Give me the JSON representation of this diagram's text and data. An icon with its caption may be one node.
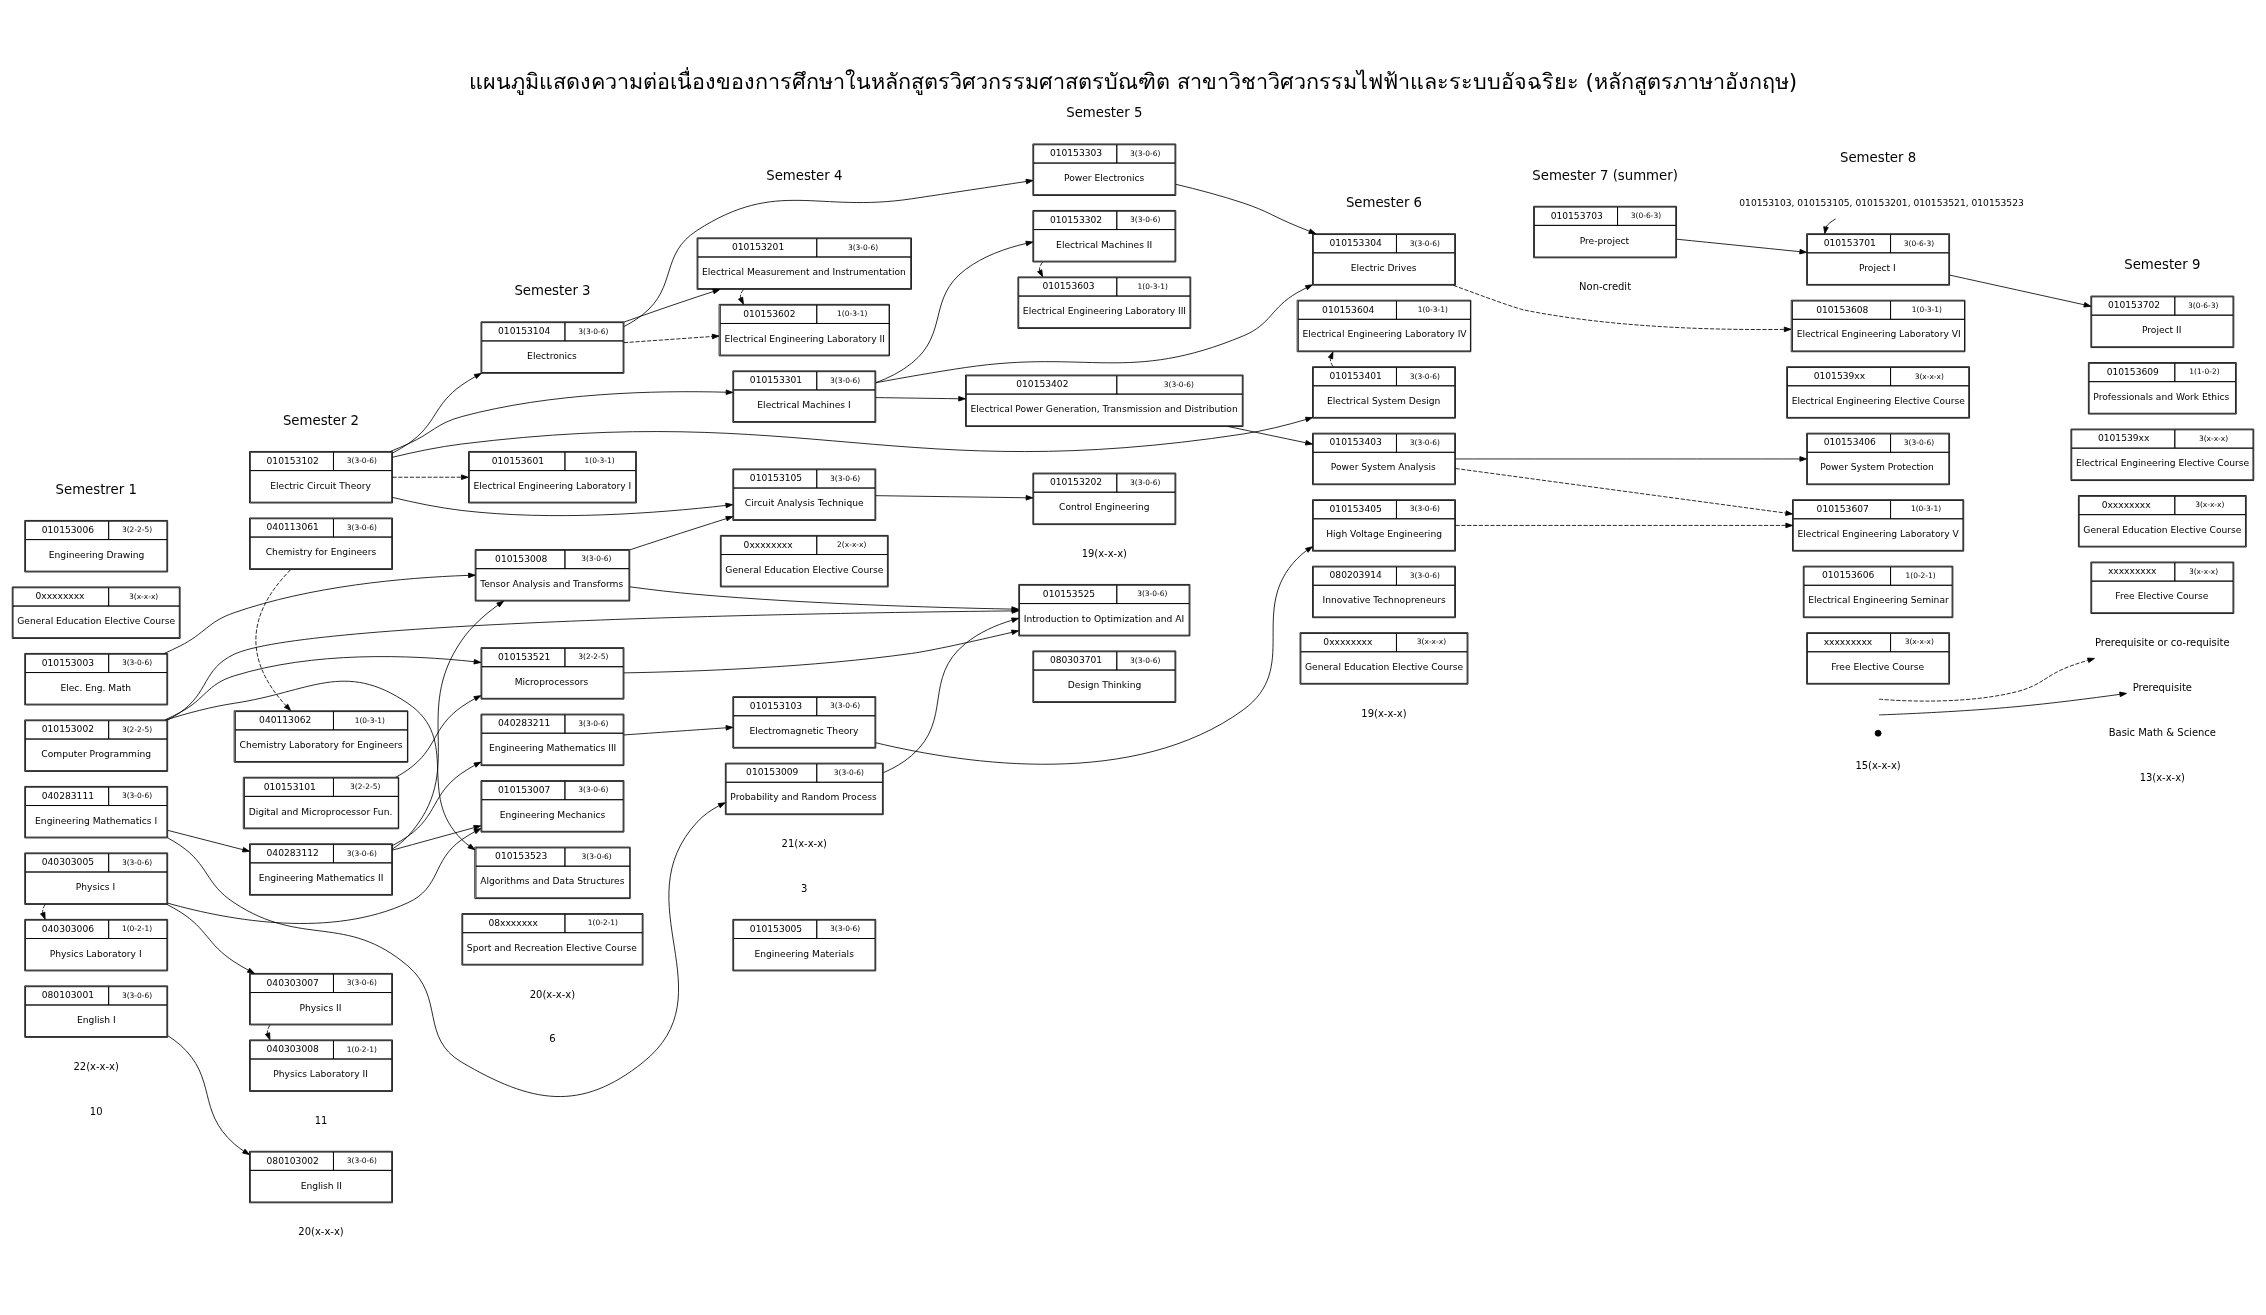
{
  "diagram": {
    "title": "แผนภูมิแสดงความต่อเนื่องของการศึกษาในหลักสูตรวิศวกรรมศาสตรบัณฑิต สาขาวิชาวิศวกรรมไฟฟ้าและระบบอัจฉริยะ (หลักสูตรภาษาอังกฤษ)",
    "nodes": [
      {
        "text": [
          "010153006",
          "3(2-2-5)",
          "Engineering Drawing"
        ]
      },
      {
        "text": [
          "0xxxxxxxx",
          "3(x-x-x)",
          "General Education Elective Course"
        ]
      },
      {
        "text": [
          "010153003",
          "3(3-0-6)",
          "Elec. Eng. Math"
        ]
      },
      {
        "text": [
          "010153002",
          "3(2-2-5)",
          "Computer Programming"
        ]
      },
      {
        "text": [
          "040283111",
          "3(3-0-6)",
          "Engineering Mathematics I"
        ]
      },
      {
        "text": [
          "040303005",
          "3(3-0-6)",
          "Physics I"
        ]
      },
      {
        "text": [
          "040303006",
          "1(0-2-1)",
          "Physics Laboratory I"
        ]
      },
      {
        "text": [
          "080103001",
          "3(3-0-6)",
          "English I"
        ]
      },
      {
        "text": [
          "010153102",
          "3(3-0-6)",
          "Electric Circuit Theory"
        ]
      },
      {
        "text": [
          "040113061",
          "3(3-0-6)",
          "Chemistry for Engineers"
        ]
      },
      {
        "text": [
          "040113062",
          "1(0-3-1)",
          "Chemistry Laboratory for Engineers"
        ]
      },
      {
        "text": [
          "010153101",
          "3(2-2-5)",
          "Digital and Microprocessor Fun."
        ]
      },
      {
        "text": [
          "040283112",
          "3(3-0-6)",
          "Engineering Mathematics II"
        ]
      },
      {
        "text": [
          "040303007",
          "3(3-0-6)",
          "Physics II"
        ]
      },
      {
        "text": [
          "040303008",
          "1(0-2-1)",
          "Physics Laboratory II"
        ]
      },
      {
        "text": [
          "080103002",
          "3(3-0-6)",
          "English II"
        ]
      },
      {
        "text": [
          "010153104",
          "3(3-0-6)",
          "Electronics"
        ]
      },
      {
        "text": [
          "010153008",
          "3(3-0-6)",
          "Tensor Analysis and Transforms"
        ]
      },
      {
        "text": [
          "010153601",
          "1(0-3-1)",
          "Electrical Engineering Laboratory I"
        ]
      },
      {
        "text": [
          "010153521",
          "3(2-2-5)",
          "Microprocessors"
        ]
      },
      {
        "text": [
          "040283211",
          "3(3-0-6)",
          "Engineering Mathematics III"
        ]
      },
      {
        "text": [
          "010153007",
          "3(3-0-6)",
          "Engineering Mechanics"
        ]
      },
      {
        "text": [
          "010153523",
          "3(3-0-6)",
          "Algorithms and Data Structures"
        ]
      },
      {
        "text": [
          "08xxxxxxx",
          "1(0-2-1)",
          "Sport and Recreation Elective Course"
        ]
      },
      {
        "text": [
          "010153201",
          "3(3-0-6)",
          "Electrical Measurement and Instrumentation"
        ]
      },
      {
        "text": [
          "010153602",
          "1(0-3-1)",
          "Electrical Engineering Laboratory II"
        ]
      },
      {
        "text": [
          "010153301",
          "3(3-0-6)",
          "Electrical Machines I"
        ]
      },
      {
        "text": [
          "010153105",
          "3(3-0-6)",
          "Circuit Analysis Technique"
        ]
      },
      {
        "text": [
          "010153103",
          "3(3-0-6)",
          "Electromagnetic Theory"
        ]
      },
      {
        "text": [
          "010153009",
          "3(3-0-6)",
          "Probability and Random Process"
        ]
      },
      {
        "text": [
          "010153005",
          "3(3-0-6)",
          "Engineering Materials"
        ]
      },
      {
        "text": [
          "0xxxxxxxx",
          "2(x-x-x)",
          "General Education Elective Course"
        ]
      },
      {
        "text": [
          "010153303",
          "3(3-0-6)",
          "Power Electronics"
        ]
      },
      {
        "text": [
          "010153603",
          "1(0-3-1)",
          "Electrical Engineering Laboratory III"
        ]
      },
      {
        "text": [
          "010153302",
          "3(3-0-6)",
          "Electrical Machines II"
        ]
      },
      {
        "text": [
          "010153402",
          "3(3-0-6)",
          "Electrical Power Generation, Transmission and Distribution"
        ]
      },
      {
        "text": [
          "010153202",
          "3(3-0-6)",
          "Control Engineering"
        ]
      },
      {
        "text": [
          "010153525",
          "3(3-0-6)",
          "Introduction to Optimization and AI"
        ]
      },
      {
        "text": [
          "080303701",
          "3(3-0-6)",
          "Design Thinking"
        ]
      },
      {
        "text": [
          "010153304",
          "3(3-0-6)",
          "Electric Drives"
        ]
      },
      {
        "text": [
          "010153604",
          "1(0-3-1)",
          "Electrical Engineering Laboratory IV"
        ]
      },
      {
        "text": [
          "010153401",
          "3(3-0-6)",
          "Electrical System Design"
        ]
      },
      {
        "text": [
          "010153403",
          "3(3-0-6)",
          "Power System Analysis"
        ]
      },
      {
        "text": [
          "010153405",
          "3(3-0-6)",
          "High Voltage Engineering"
        ]
      },
      {
        "text": [
          "080203914",
          "3(3-0-6)",
          "Innovative Technopreneurs"
        ]
      },
      {
        "text": [
          "0xxxxxxxx",
          "3(x-x-x)",
          "General Education Elective Course"
        ]
      },
      {
        "text": [
          "010153703",
          "3(0-6-3)",
          "Pre-project"
        ]
      },
      {
        "text": [
          "010153103, 010153105, 010153201, 010153521, 010153523"
        ]
      },
      {
        "text": [
          "010153701",
          "3(0-6-3)",
          "Project I"
        ]
      },
      {
        "text": [
          "010153608",
          "1(0-3-1)",
          "Electrical Engineering Laboratory VI"
        ]
      },
      {
        "text": [
          "0101539xx",
          "3(x-x-x)",
          "Electrical Engineering Elective Course"
        ]
      },
      {
        "text": [
          "010153406",
          "3(3-0-6)",
          "Power System Protection"
        ]
      },
      {
        "text": [
          "010153607",
          "1(0-3-1)",
          "Electrical Engineering Laboratory V"
        ]
      },
      {
        "text": [
          "010153606",
          "1(0-2-1)",
          "Electrical Engineering Seminar"
        ]
      },
      {
        "text": [
          "xxxxxxxxx",
          "3(x-x-x)",
          "Free Elective Course"
        ]
      },
      {
        "text": [
          "010153702",
          "3(0-6-3)",
          "Project II"
        ]
      },
      {
        "text": [
          "010153609",
          "1(1-0-2)",
          "Professionals and Work Ethics"
        ]
      },
      {
        "text": [
          "0101539xx",
          "3(x-x-x)",
          "Electrical Engineering Elective Course"
        ]
      },
      {
        "text": [
          "0xxxxxxxx",
          "3(x-x-x)",
          "General Education Elective Course"
        ]
      },
      {
        "text": [
          "xxxxxxxxx",
          "3(x-x-x)",
          "Free Elective Course"
        ]
      }
    ],
    "edges": [
      {
        "from": 8,
        "to": 16,
        "arrow": "to"
      },
      {
        "from": 8,
        "to": 18,
        "arrow": "to",
        "style": "dashed"
      },
      {
        "from": 8,
        "to": 26,
        "arrow": "to"
      },
      {
        "from": 8,
        "to": 27,
        "arrow": "to"
      },
      {
        "from": 8,
        "to": 41,
        "arrow": "to"
      },
      {
        "from": 2,
        "to": 17,
        "arrow": "to"
      },
      {
        "from": 9,
        "to": 10,
        "arrow": "to",
        "style": "dashed"
      },
      {
        "from": 11,
        "to": 19,
        "arrow": "to"
      },
      {
        "from": 3,
        "to": 19,
        "arrow": "to"
      },
      {
        "from": 3,
        "to": 22,
        "arrow": "to"
      },
      {
        "from": 3,
        "to": 37,
        "arrow": "to"
      },
      {
        "from": 4,
        "to": 12,
        "arrow": "to"
      },
      {
        "from": 4,
        "to": 29,
        "arrow": "to"
      },
      {
        "from": 12,
        "to": 17,
        "arrow": "to"
      },
      {
        "from": 12,
        "to": 20,
        "arrow": "to"
      },
      {
        "from": 12,
        "to": 21,
        "arrow": "to"
      },
      {
        "from": 5,
        "to": 13,
        "arrow": "to"
      },
      {
        "from": 5,
        "to": 21,
        "arrow": "to"
      },
      {
        "from": 5,
        "to": 6,
        "arrow": "to",
        "style": "dashed"
      },
      {
        "from": 13,
        "to": 14,
        "arrow": "to",
        "style": "dashed"
      },
      {
        "from": 7,
        "to": 15,
        "arrow": "to"
      },
      {
        "from": 16,
        "to": 24,
        "arrow": "to"
      },
      {
        "from": 16,
        "to": 32,
        "arrow": "to"
      },
      {
        "from": 16,
        "to": 25,
        "arrow": "to",
        "style": "dashed"
      },
      {
        "from": 24,
        "to": 25,
        "arrow": "to",
        "style": "dashed"
      },
      {
        "from": 17,
        "to": 27,
        "arrow": "to"
      },
      {
        "from": 17,
        "to": 37,
        "arrow": "to"
      },
      {
        "from": 19,
        "to": 37,
        "arrow": "to"
      },
      {
        "from": 20,
        "to": 28,
        "arrow": "to"
      },
      {
        "from": 26,
        "to": 34,
        "arrow": "to"
      },
      {
        "from": 34,
        "to": 33,
        "arrow": "to",
        "style": "dashed"
      },
      {
        "from": 26,
        "to": 35,
        "arrow": "to"
      },
      {
        "from": 26,
        "to": 39,
        "arrow": "to"
      },
      {
        "from": 32,
        "to": 39,
        "arrow": "to"
      },
      {
        "from": 27,
        "to": 36,
        "arrow": "to"
      },
      {
        "from": 28,
        "to": 43,
        "arrow": "to"
      },
      {
        "from": 29,
        "to": 37,
        "arrow": "to"
      },
      {
        "from": 35,
        "to": 42,
        "arrow": "to"
      },
      {
        "from": 41,
        "to": 40,
        "arrow": "to",
        "style": "dashed"
      },
      {
        "from": 39,
        "to": 49,
        "arrow": "to",
        "style": "dashed"
      },
      {
        "from": 42,
        "to": 51,
        "arrow": "to"
      },
      {
        "from": 42,
        "to": 52,
        "arrow": "to",
        "style": "dashed"
      },
      {
        "from": 43,
        "to": 52,
        "arrow": "to",
        "style": "dashed"
      },
      {
        "from": 46,
        "to": 48,
        "arrow": "to"
      },
      {
        "from": 47,
        "to": 48,
        "arrow": "to"
      },
      {
        "from": 48,
        "to": 55,
        "arrow": "to"
      }
    ],
    "labels": [
      "Semestrer 1",
      "Semester 2",
      "Semester 3",
      "Semester 4",
      "Semester 5",
      "Semester 6",
      "Semester 7 (summer)",
      "Semester 8",
      "Semester 9",
      "22(x-x-x)",
      "20(x-x-x)",
      "20(x-x-x)",
      "21(x-x-x)",
      "19(x-x-x)",
      "19(x-x-x)",
      "Non-credit",
      "15(x-x-x)",
      "13(x-x-x)",
      "10",
      "11",
      "6",
      "3"
    ],
    "legend": [
      {
        "text": "Prerequisite or co-requisite"
      },
      {
        "text": "Prerequisite"
      },
      {
        "text": "Basic Math & Science"
      }
    ]
  }
}
